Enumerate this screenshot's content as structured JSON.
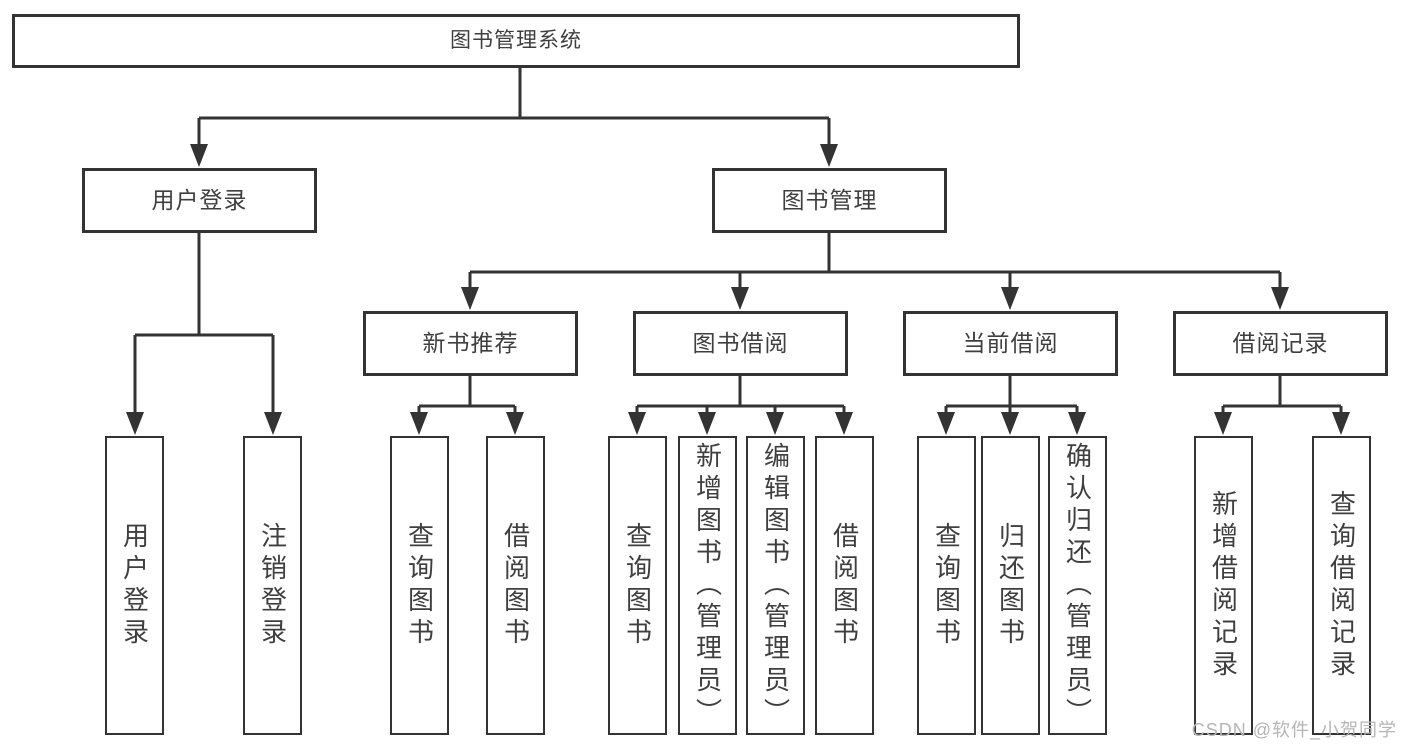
{
  "tree": {
    "root": {
      "label": "图书管理系统",
      "children": [
        {
          "label": "用户登录",
          "children": [
            {
              "label": "用户登录"
            },
            {
              "label": "注销登录"
            }
          ]
        },
        {
          "label": "图书管理",
          "children": [
            {
              "label": "新书推荐",
              "children": [
                {
                  "label": "查询图书"
                },
                {
                  "label": "借阅图书"
                }
              ]
            },
            {
              "label": "图书借阅",
              "children": [
                {
                  "label": "查询图书"
                },
                {
                  "label": "新增图书（管理员）"
                },
                {
                  "label": "编辑图书（管理员）"
                },
                {
                  "label": "借阅图书"
                }
              ]
            },
            {
              "label": "当前借阅",
              "children": [
                {
                  "label": "查询图书"
                },
                {
                  "label": "归还图书"
                },
                {
                  "label": "确认归还（管理员）"
                }
              ]
            },
            {
              "label": "借阅记录",
              "children": [
                {
                  "label": "新增借阅记录"
                },
                {
                  "label": "查询借阅记录"
                }
              ]
            }
          ]
        }
      ]
    }
  },
  "watermark": {
    "text": "CSDN @软件_小贺同学"
  },
  "colors": {
    "line": "#333333",
    "text": "#3f3f3f",
    "watermark": "#b5b5b5",
    "background": "#ffffff"
  }
}
